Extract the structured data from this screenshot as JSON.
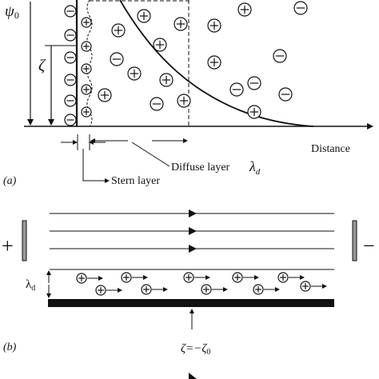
{
  "panel_a": {
    "psi0_label": "ψ",
    "psi0_subscript": "0",
    "zeta_label": "ζ",
    "distance_label": "Distance",
    "diffuse_layer_label": "Diffuse layer",
    "lambda_symbol": "λ",
    "lambda_subscript": "d",
    "stern_layer_label": "Stern layer",
    "panel_letter": "(a)"
  },
  "panel_b": {
    "plus_label": "+",
    "minus_label": "−",
    "lambda_symbol": "λ",
    "lambda_subscript": "d",
    "zeta_label": "ζ=−ζ",
    "zeta_subscript": "0",
    "panel_letter": "(b)"
  }
}
